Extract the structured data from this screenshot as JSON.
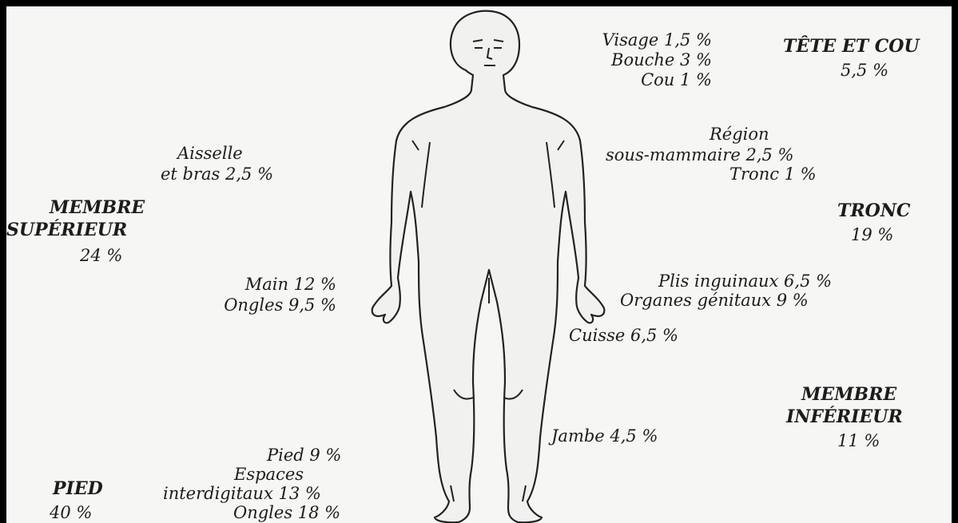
{
  "head_neck": {
    "visage": "Visage 1,5 %",
    "bouche": "Bouche 3    %",
    "cou": "Cou 1     %",
    "title": "TÊTE ET COU",
    "pct": "5,5 %"
  },
  "trunk": {
    "region": "Région",
    "sous_mammaire": "sous-mammaire 2,5 %",
    "tronc_part": "Tronc 1     %",
    "title": "TRONC",
    "pct": "19 %"
  },
  "upper_limb": {
    "aisselle": "Aisselle",
    "bras": "et bras 2,5 %",
    "title_1": "MEMBRE",
    "title_2": "SUPÉRIEUR",
    "pct": "24 %",
    "main": "Main 12 %",
    "ongles": "Ongles 9,5 %"
  },
  "groin": {
    "plis": "Plis inguinaux 6,5 %",
    "organes": "Organes génitaux 9    %"
  },
  "lower_limb": {
    "cuisse": "Cuisse 6,5 %",
    "jambe": "Jambe 4,5 %",
    "title_1": "MEMBRE",
    "title_2": "INFÉRIEUR",
    "pct": "11 %"
  },
  "foot": {
    "pied": "Pied    9 %",
    "espaces": "Espaces",
    "interdigitaux": "interdigitaux 13 %",
    "ongles": "Ongles 18 %",
    "title": "PIED",
    "pct": "40 %"
  }
}
